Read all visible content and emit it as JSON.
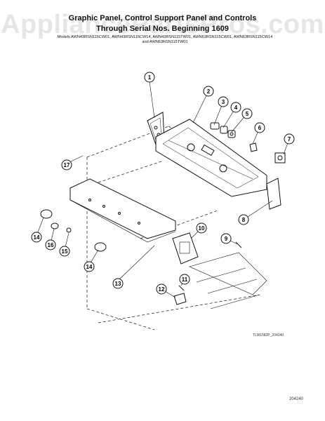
{
  "watermark": "AppliancePartsPros.com",
  "title_line1": "Graphic Panel, Control Support Panel and Controls",
  "title_line2": "Through Serial Nos. Beginning 1609",
  "models_line1": "Models AWN43RSN115CW01, AWN43RSN115CW14, AWN43RSN115TW01, AWN63RSN115CW01, AWN63RSN115CW14",
  "models_line2": "and AWN63RSN115TW01",
  "models_line3": "",
  "part_code": "TLW1582P_204240",
  "page_number": "204240",
  "callouts": [
    "1",
    "2",
    "3",
    "4",
    "5",
    "6",
    "7",
    "8",
    "9",
    "10",
    "11",
    "12",
    "13",
    "14",
    "14",
    "15",
    "16",
    "17"
  ]
}
